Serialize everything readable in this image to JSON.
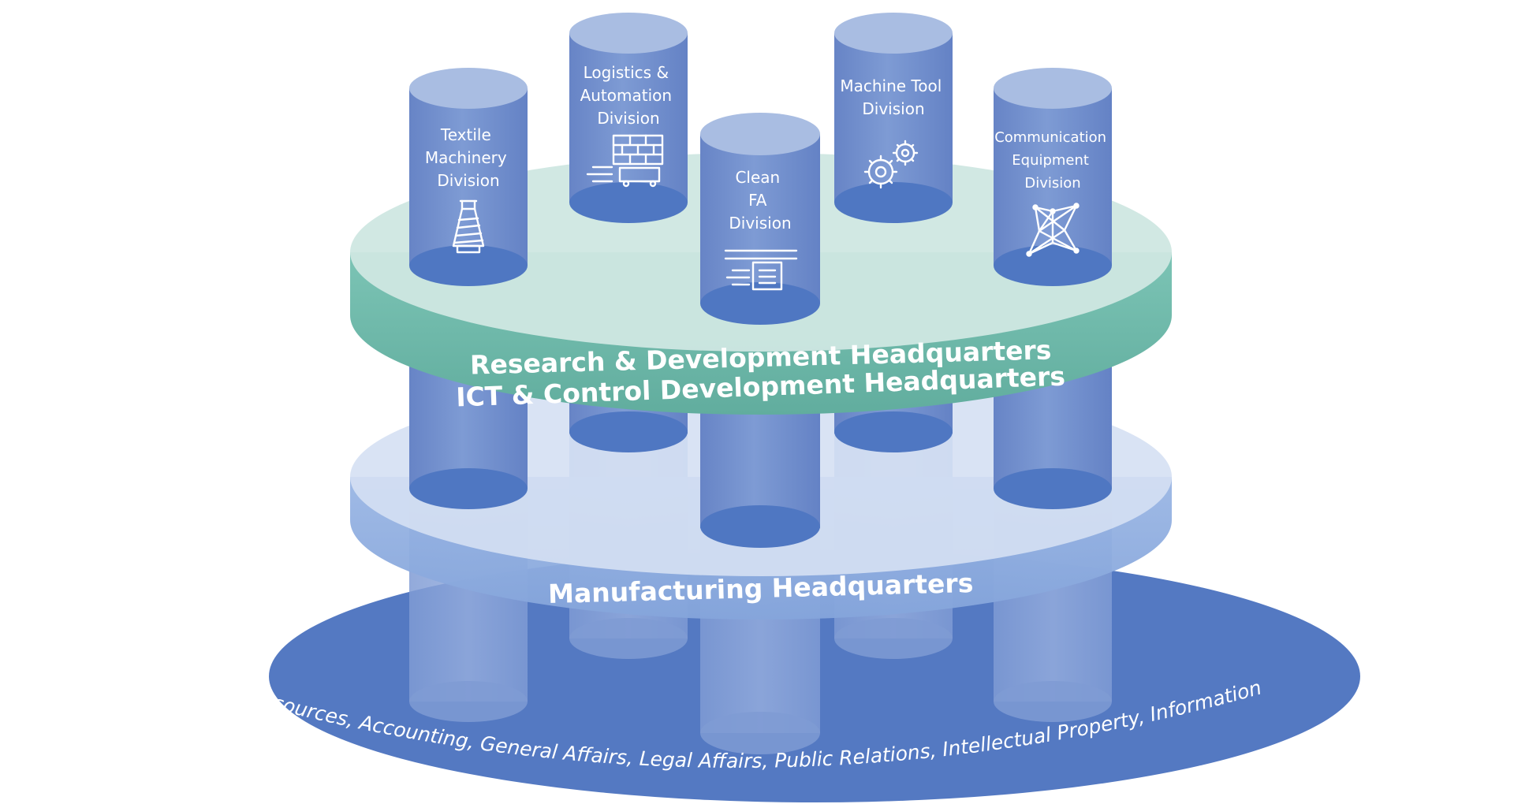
{
  "diagram": {
    "divisions": [
      {
        "key": "textile",
        "lines": [
          "Textile",
          "Machinery",
          "Division"
        ],
        "icon": "thread-spool-icon"
      },
      {
        "key": "logistics",
        "lines": [
          "Logistics &",
          "Automation",
          "Division"
        ],
        "icon": "warehouse-cart-icon"
      },
      {
        "key": "cleanfa",
        "lines": [
          "Clean",
          "FA",
          "Division"
        ],
        "icon": "overhead-transport-icon"
      },
      {
        "key": "machinetool",
        "lines": [
          "Machine Tool",
          "Division"
        ],
        "icon": "gears-icon"
      },
      {
        "key": "communication",
        "lines": [
          "Communication",
          "Equipment",
          "Division"
        ],
        "icon": "network-icon"
      }
    ],
    "rd_layer": {
      "line1": "Research & Development Headquarters",
      "line2": "ICT & Control Development Headquarters"
    },
    "manufacturing_layer": {
      "label": "Manufacturing Headquarters"
    },
    "base_layer": {
      "label": "Human Resources, Accounting, General Affairs, Legal Affairs, Public Relations, Intellectual Property, Information Systems"
    },
    "colors": {
      "base": "#5479c2",
      "cylinder": "#6f8fcc",
      "cylinder_top": "#a9bde2",
      "cylinder_bottom": "#4f77c2",
      "rd_top": "#cfe7e1",
      "rd_side": "#72bdae",
      "mfg_top": "#d5e0f3",
      "mfg_side": "#8faee0"
    }
  }
}
